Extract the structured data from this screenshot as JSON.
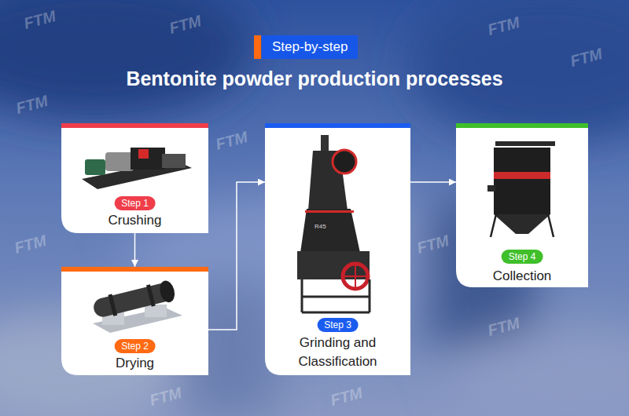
{
  "diagram": {
    "title": "Bentonite powder production processes",
    "nodes": [
      {
        "text": [
          "Step-by-step"
        ]
      },
      {
        "text": [
          "Crushing"
        ]
      },
      {
        "text": [
          "Step 1"
        ],
        "in": 1
      },
      {
        "text": [
          "Drying"
        ]
      },
      {
        "text": [
          "Step 2"
        ],
        "in": 3
      },
      {
        "text": [
          "Grinding and Classification"
        ]
      },
      {
        "text": [
          "Step 3"
        ],
        "in": 5
      },
      {
        "text": [
          "Collection"
        ]
      },
      {
        "text": [
          "Step 4"
        ],
        "in": 7
      }
    ],
    "edges": [
      {
        "from": 1,
        "to": 3,
        "arrow": "to"
      },
      {
        "from": 3,
        "to": 5,
        "arrow": "to"
      },
      {
        "from": 5,
        "to": 7,
        "arrow": "to"
      }
    ],
    "labels": [
      "R45",
      "FTM",
      "FTM",
      "FTM",
      "FTM",
      "FTM",
      "FTM",
      "FTM",
      "FTM",
      "FTM",
      "FTM",
      "FTM"
    ]
  }
}
